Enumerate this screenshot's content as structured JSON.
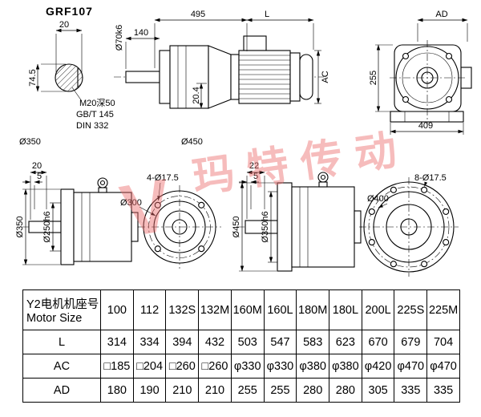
{
  "title": "GRF107",
  "watermark": {
    "letter": "V",
    "text": "玛特传动"
  },
  "drawings": {
    "shaft_detail": {
      "dim_width": "20",
      "dim_height": "74.5",
      "note1": "M20深50",
      "note2": "GB/T 145",
      "note3": "DIN 332"
    },
    "captions": {
      "left": "Ø350",
      "right": "Ø450"
    },
    "side_view": {
      "dim_total": "495",
      "dim_motor": "L",
      "dim_shaft_len": "140",
      "dim_shaft_dia": "Ø70k6",
      "dim_key": "20.4",
      "dim_ac": "AC"
    },
    "front_view": {
      "dim_ad": "AD",
      "dim_height": "255",
      "dim_width": "409"
    },
    "flange_left": {
      "dim_t1": "20",
      "dim_t2": "5",
      "dim_od": "Ø350",
      "dim_spigot": "Ø250h6",
      "dim_bolt_circle": "Ø300",
      "dim_holes": "4-Ø17.5"
    },
    "flange_right": {
      "dim_t1": "22",
      "dim_t2": "5",
      "dim_od": "Ø450",
      "dim_spigot": "Ø350h6",
      "dim_bolt_circle": "Ø400",
      "dim_holes": "8-Ø17.5"
    }
  },
  "table": {
    "header_cn": "Y2电机机座号",
    "header_en": "Motor Size",
    "sizes": [
      "100",
      "112",
      "132S",
      "132M",
      "160M",
      "160L",
      "180M",
      "180L",
      "200L",
      "225S",
      "225M"
    ],
    "rows": [
      {
        "label": "L",
        "values": [
          "314",
          "334",
          "394",
          "432",
          "503",
          "547",
          "583",
          "623",
          "670",
          "679",
          "704"
        ]
      },
      {
        "label": "AC",
        "values": [
          "□185",
          "□204",
          "□260",
          "□260",
          "φ330",
          "φ330",
          "φ380",
          "φ380",
          "φ420",
          "φ470",
          "φ470"
        ]
      },
      {
        "label": "AD",
        "values": [
          "180",
          "190",
          "210",
          "210",
          "255",
          "255",
          "280",
          "280",
          "305",
          "335",
          "335"
        ]
      }
    ]
  }
}
